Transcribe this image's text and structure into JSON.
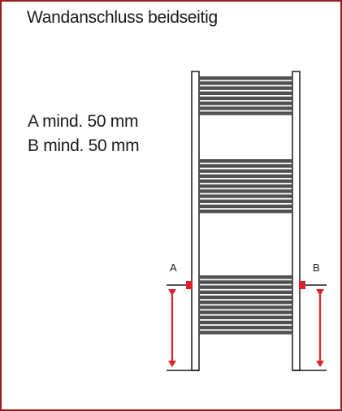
{
  "title": "Wandanschluss beidseitig",
  "specs": {
    "a": "A mind. 50 mm",
    "b": "B mind. 50 mm"
  },
  "markers": {
    "a": "A",
    "b": "B"
  },
  "colors": {
    "frame": "#9b1c1c",
    "outline": "#1a1a1a",
    "bars": "#505050",
    "connector": "#e0202a",
    "arrow": "#e0202a"
  },
  "radiator": {
    "bar_groups": [
      {
        "name": "top",
        "bars": 8
      },
      {
        "name": "middle",
        "bars": 11
      },
      {
        "name": "bottom",
        "bars": 12
      }
    ]
  }
}
